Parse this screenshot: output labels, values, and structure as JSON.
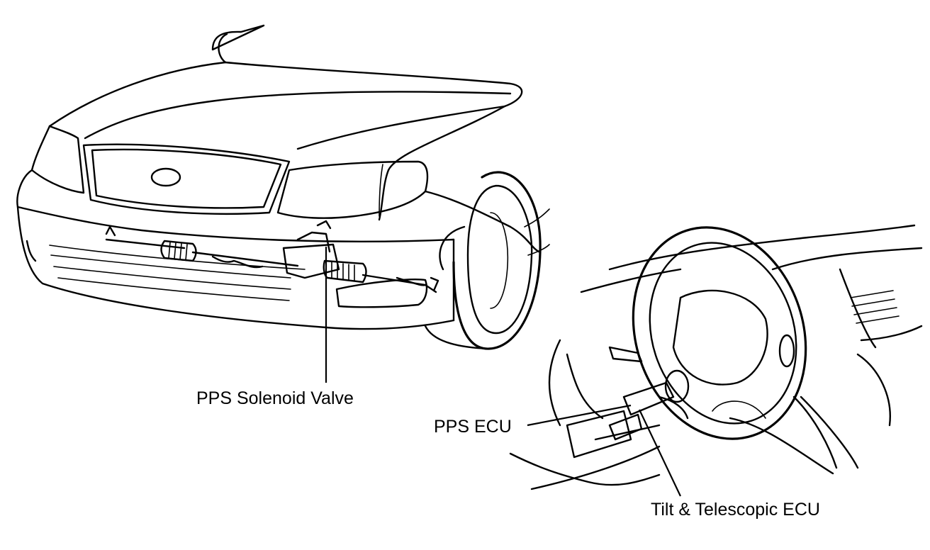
{
  "labels": {
    "solenoid_valve": "PPS Solenoid Valve",
    "pps_ecu": "PPS ECU",
    "tilt_telescopic_ecu": "Tilt & Telescopic ECU"
  },
  "colors": {
    "line": "#000000",
    "background": "#ffffff"
  }
}
